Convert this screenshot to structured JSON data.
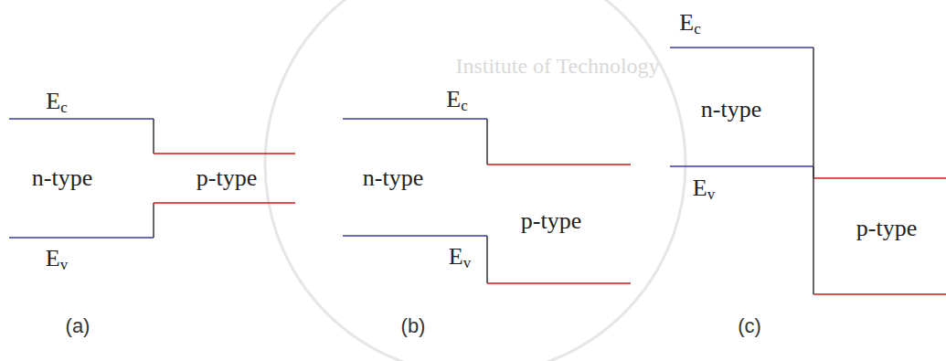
{
  "diagram": {
    "labels": [
      "Ec",
      "n-type",
      "p-type",
      "Ev",
      "Ec",
      "n-type",
      "Ev",
      "p-type",
      "Ec",
      "n-type",
      "Ev",
      "p-type",
      "(a)",
      "(b)",
      "(c)",
      "Institute of Technology"
    ]
  }
}
